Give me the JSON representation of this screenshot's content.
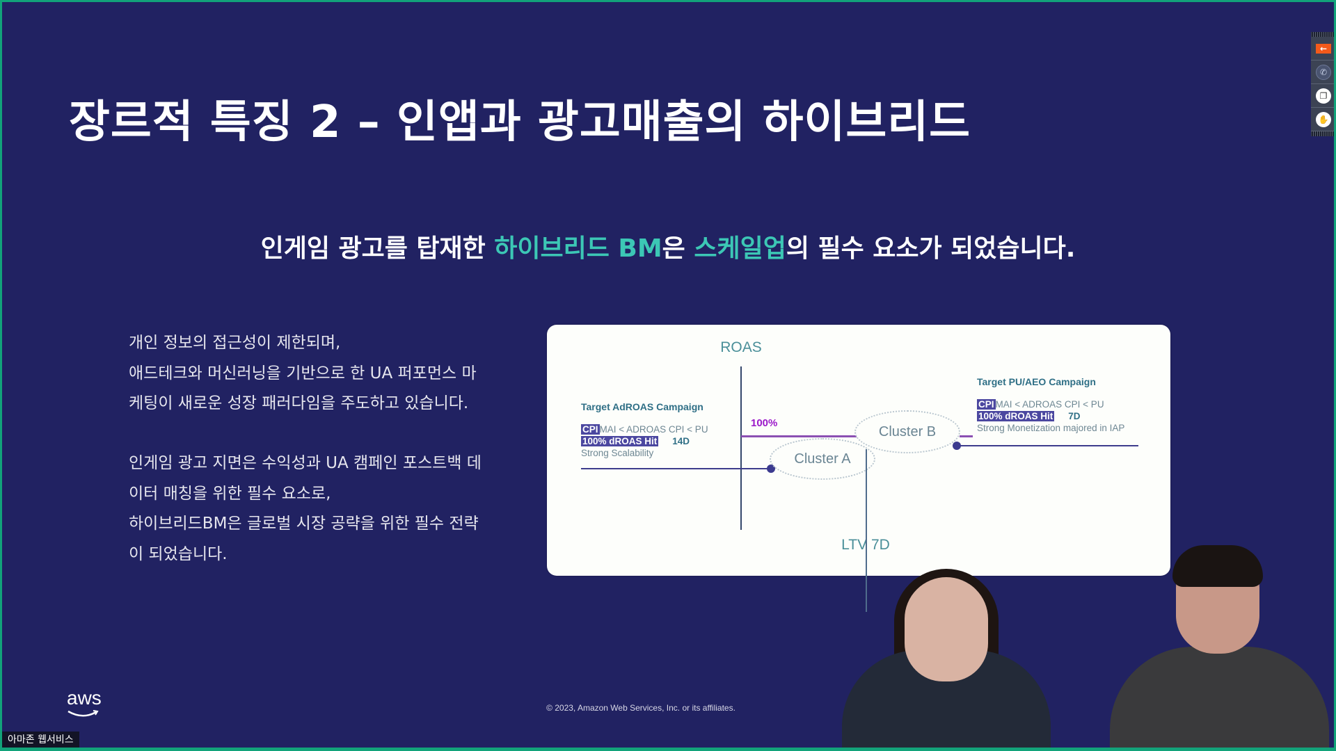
{
  "slide": {
    "title": "장르적 특징 2 – 인앱과 광고매출의 하이브리드",
    "subtitle": {
      "part1": "인게임 광고를 탑재한 ",
      "highlight1": "하이브리드 BM",
      "part2": "은 ",
      "highlight2": "스케일업",
      "part3": "의 필수 요소가 되었습니다."
    },
    "highlight_color": "#3cc7b5",
    "background_color": "#212262",
    "body": {
      "para1": [
        "개인 정보의 접근성이 제한되며,",
        "애드테크와 머신러닝을 기반으로 한 UA 퍼포먼스 마",
        "케팅이 새로운 성장 패러다임을 주도하고 있습니다."
      ],
      "para2": [
        "인게임 광고 지면은 수익성과 UA 캠페인 포스트백 데",
        "이터 매칭을 위한 필수 요소로,",
        "하이브리드BM은 글로벌 시장 공략을 위한 필수 전략",
        "이 되었습니다."
      ]
    },
    "diagram": {
      "y_axis_label": "ROAS",
      "x_axis_label": "LTV 7D",
      "threshold_label": "100%",
      "clusters": [
        "Cluster A",
        "Cluster B"
      ],
      "left_campaign": {
        "title": "Target AdROAS Campaign",
        "tag1": "CPI",
        "line1": "MAI < ADROAS CPI < PU",
        "tag2": "100% dROAS Hit",
        "days": "14D",
        "note": "Strong Scalability"
      },
      "right_campaign": {
        "title": "Target PU/AEO Campaign",
        "tag1": "CPI",
        "line1": "MAI < ADROAS CPI < PU",
        "tag2": "100% dROAS Hit",
        "days": "7D",
        "note": "Strong Monetization majored in IAP"
      }
    },
    "logo": "aws",
    "footer": "© 2023, Amazon Web Services, Inc. or its affiliates."
  },
  "overlay": {
    "caption": "아마존 웹서비스",
    "toolbar": {
      "back_icon": "←",
      "phone_icon": "✆",
      "window_icon": "❐",
      "hand_icon": "✋"
    }
  }
}
